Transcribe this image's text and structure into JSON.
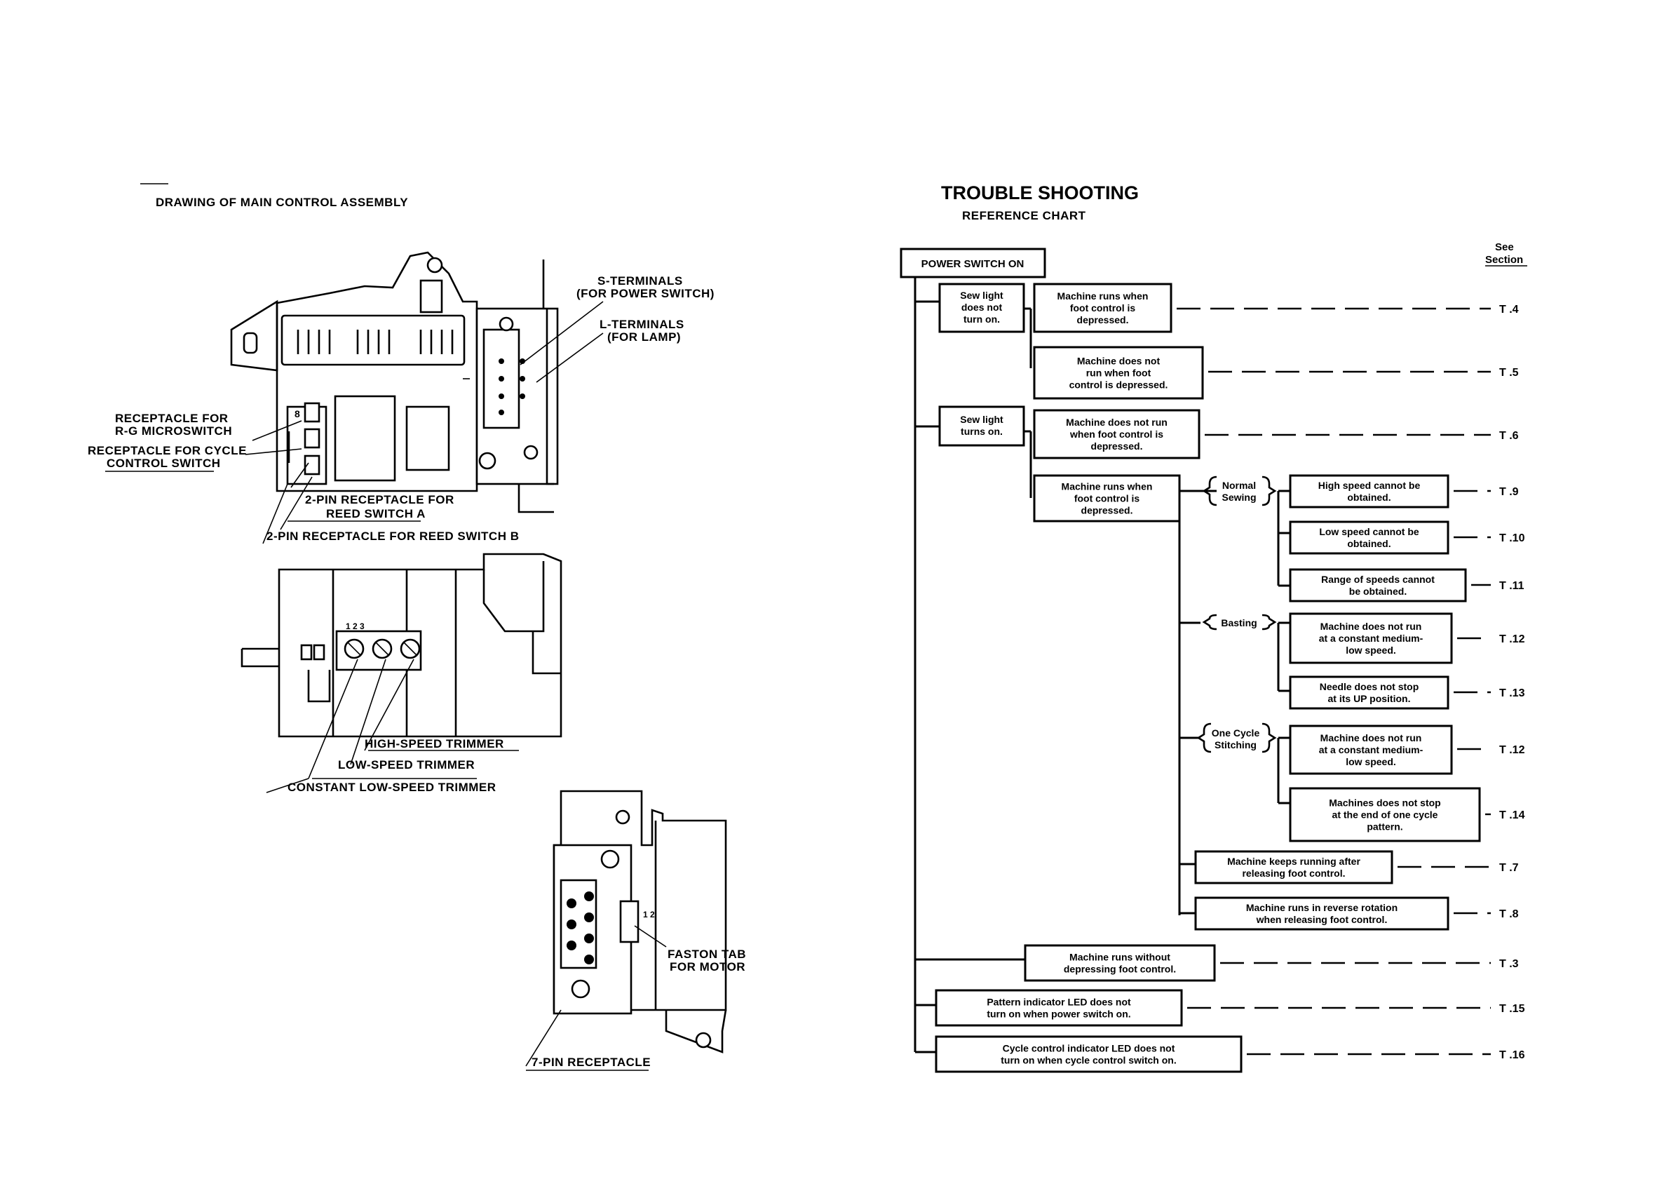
{
  "drawing": {
    "title": "DRAWING OF MAIN CONTROL ASSEMBLY",
    "labels": {
      "s_terminals_1": "S-TERMINALS",
      "s_terminals_2": "(FOR POWER SWITCH)",
      "l_terminals_1": "L-TERMINALS",
      "l_terminals_2": "(FOR LAMP)",
      "rg_1": "RECEPTACLE FOR",
      "rg_2": "R-G MICROSWITCH",
      "cycle_1": "RECEPTACLE FOR CYCLE",
      "cycle_2": "CONTROL SWITCH",
      "reed_a_1": "2-PIN RECEPTACLE FOR",
      "reed_a_2": "REED SWITCH A",
      "reed_b": "2-PIN RECEPTACLE FOR REED SWITCH B",
      "high_trimmer": "HIGH-SPEED TRIMMER",
      "low_trimmer": "LOW-SPEED TRIMMER",
      "const_trimmer": "CONSTANT LOW-SPEED TRIMMER",
      "faston_1": "FASTON TAB",
      "faston_2": "FOR MOTOR",
      "pin_receptacle": "7-PIN RECEPTACLE",
      "pcb_marks": "1 2 3",
      "tab_marks": "1 2"
    }
  },
  "chart": {
    "title": "TROUBLE SHOOTING",
    "subtitle": "REFERENCE CHART",
    "see_1": "See",
    "see_2": "Section",
    "root": "POWER SWITCH ON",
    "sew_light_off": [
      "Sew light",
      "does not",
      "turn on."
    ],
    "sew_light_on": [
      "Sew light",
      "turns on."
    ],
    "normal": [
      "Normal",
      "Sewing"
    ],
    "basting": [
      "Basting"
    ],
    "one_cycle": [
      "One Cycle",
      "Stitching"
    ],
    "items": [
      {
        "lines": [
          "Machine runs when",
          "foot control is",
          "depressed."
        ],
        "section": "T .4"
      },
      {
        "lines": [
          "Machine does not",
          "run when foot",
          "control is depressed."
        ],
        "section": "T .5"
      },
      {
        "lines": [
          "Machine does not run",
          "when foot control is",
          "depressed."
        ],
        "section": "T .6"
      },
      {
        "lines": [
          "Machine runs when",
          "foot control is",
          "depressed."
        ],
        "section": ""
      },
      {
        "lines": [
          "High speed cannot be",
          "obtained."
        ],
        "section": "T .9"
      },
      {
        "lines": [
          "Low speed cannot be",
          "obtained."
        ],
        "section": "T .10"
      },
      {
        "lines": [
          "Range of speeds cannot",
          "be obtained."
        ],
        "section": "T .11"
      },
      {
        "lines": [
          "Machine does not run",
          "at a constant medium-",
          "low speed."
        ],
        "section": "T .12"
      },
      {
        "lines": [
          "Needle does not stop",
          "at its UP position."
        ],
        "section": "T .13"
      },
      {
        "lines": [
          "Machine does not run",
          "at a constant medium-",
          "low speed."
        ],
        "section": "T .12"
      },
      {
        "lines": [
          "Machines does not stop",
          "at the end of one cycle",
          "pattern."
        ],
        "section": "T .14"
      },
      {
        "lines": [
          "Machine keeps running after",
          "releasing foot control."
        ],
        "section": "T .7"
      },
      {
        "lines": [
          "Machine runs in reverse rotation",
          "when releasing foot control."
        ],
        "section": "T .8"
      },
      {
        "lines": [
          "Machine runs without",
          "depressing foot control."
        ],
        "section": "T .3"
      },
      {
        "lines": [
          "Pattern indicator LED does not",
          "turn on when power switch on."
        ],
        "section": "T .15"
      },
      {
        "lines": [
          "Cycle control indicator LED does not",
          "turn on when cycle control switch on."
        ],
        "section": "T .16"
      }
    ]
  }
}
